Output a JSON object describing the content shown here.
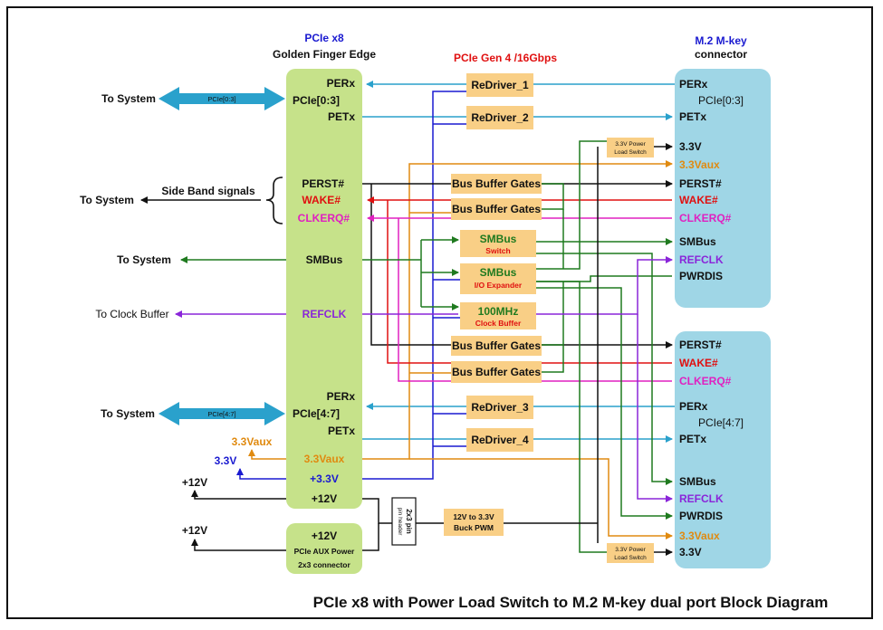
{
  "title": "PCIe x8 with Power Load Switch to M.2 M-key dual port Block Diagram",
  "left_block": {
    "header_line1": "PCIe x8",
    "header_line2": "Golden Finger Edge",
    "per_top": "PERx",
    "pcie_top": "PCIe[0:3]",
    "pet_top": "PETx",
    "perst": "PERST#",
    "wake": "WAKE#",
    "clkreq": "CLKERQ#",
    "smbus": "SMBus",
    "refclk": "REFCLK",
    "per_bot": "PERx",
    "pcie_bot": "PCIe[4:7]",
    "pet_bot": "PETx",
    "v33aux": "3.3Vaux",
    "v33": "+3.3V",
    "v12": "+12V"
  },
  "aux_block": {
    "line1": "+12V",
    "line2": "PCIe AUX Power",
    "line3": "2x3 connector"
  },
  "pin_header": {
    "line1": "2x3 pin",
    "line2": "pin header"
  },
  "external": {
    "to_system_1": "To System",
    "bus_1": "PCIe[0:3]",
    "to_system_2": "To System",
    "side_band": "Side Band signals",
    "to_system_3": "To System",
    "to_clock_buffer": "To Clock Buffer",
    "to_system_4": "To System",
    "bus_2": "PCIe[4:7]",
    "ext_33vaux": "3.3Vaux",
    "ext_33v": "3.3V",
    "ext_12v_1": "+12V",
    "ext_12v_2": "+12V"
  },
  "middle": {
    "gen4_label": "PCIe Gen 4 /16Gbps",
    "redriver_1": "ReDriver_1",
    "redriver_2": "ReDriver_2",
    "redriver_3": "ReDriver_3",
    "redriver_4": "ReDriver_4",
    "bbg_1": "Bus Buffer Gates",
    "bbg_2": "Bus Buffer Gates",
    "bbg_3": "Bus Buffer Gates",
    "bbg_4": "Bus Buffer Gates",
    "smbus_switch_1": "SMBus",
    "smbus_switch_2": "Switch",
    "smbus_io_1": "SMBus",
    "smbus_io_2": "I/O Expander",
    "clk_1": "100MHz",
    "clk_2": "Clock Buffer",
    "lsw_top_1": "3.3V Power",
    "lsw_top_2": "Load Switch",
    "lsw_bot_1": "3.3V Power",
    "lsw_bot_2": "Load Switch",
    "buck_1": "12V to 3.3V",
    "buck_2": "Buck PWM"
  },
  "m2_header": {
    "line1": "M.2 M-key",
    "line2": "connector"
  },
  "m2_top": {
    "per": "PERx",
    "pcie": "PCIe[0:3]",
    "pet": "PETx",
    "v33": "3.3V",
    "v33aux": "3.3Vaux",
    "perst": "PERST#",
    "wake": "WAKE#",
    "clkreq": "CLKERQ#",
    "smbus": "SMBus",
    "refclk": "REFCLK",
    "pwrdis": "PWRDIS"
  },
  "m2_bot": {
    "perst": "PERST#",
    "wake": "WAKE#",
    "clkreq": "CLKERQ#",
    "per": "PERx",
    "pcie": "PCIe[4:7]",
    "pet": "PETx",
    "smbus": "SMBus",
    "refclk": "REFCLK",
    "pwrdis": "PWRDIS",
    "v33aux": "3.3Vaux",
    "v33": "3.3V"
  },
  "colors": {
    "green_block": "#c6e28a",
    "m2_block": "#9fd6e6",
    "orange_block": "#f9cf86",
    "cyan_line": "#2aa1cc",
    "blue": "#1a1ad0",
    "red": "#e01010",
    "magenta": "#e020c0",
    "purple": "#8a25d9",
    "green": "#1f7a1f",
    "orange": "#e08a10"
  }
}
